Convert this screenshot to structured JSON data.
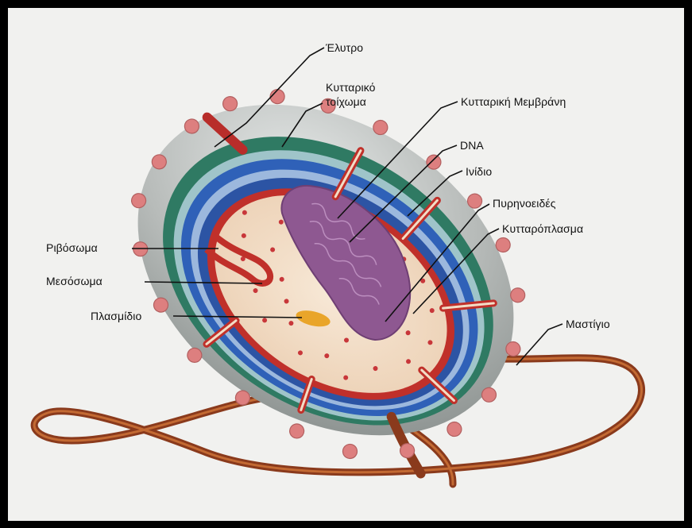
{
  "diagram": {
    "labels": {
      "elytra": "Έλυτρο",
      "cell_wall_line1": "Κυτταρικό",
      "cell_wall_line2": "τοίχωμα",
      "cell_membrane": "Κυτταρική Μεμβράνη",
      "dna": "DNA",
      "pili": "Ινίδιο",
      "nucleoid": "Πυρηνοειδές",
      "cytoplasm": "Κυτταρόπλασμα",
      "ribosome": "Ριβόσωμα",
      "mesosome": "Μεσόσωμα",
      "plasmid": "Πλασμίδιο",
      "flagellum": "Μαστίγιο"
    },
    "colors": {
      "background": "#f1f1ef",
      "frame": "#000000",
      "capsule": "#b9bdbc",
      "outer_wall": "#2f7a63",
      "blue_layer": "#2f61b8",
      "membrane": "#c0302a",
      "cytoplasm": "#f2ddc6",
      "dna": "#8e5891",
      "plasmid": "#e9a52a",
      "flagellum": "#8a3a1c",
      "surface_knobs": "#dd7f7f"
    }
  }
}
